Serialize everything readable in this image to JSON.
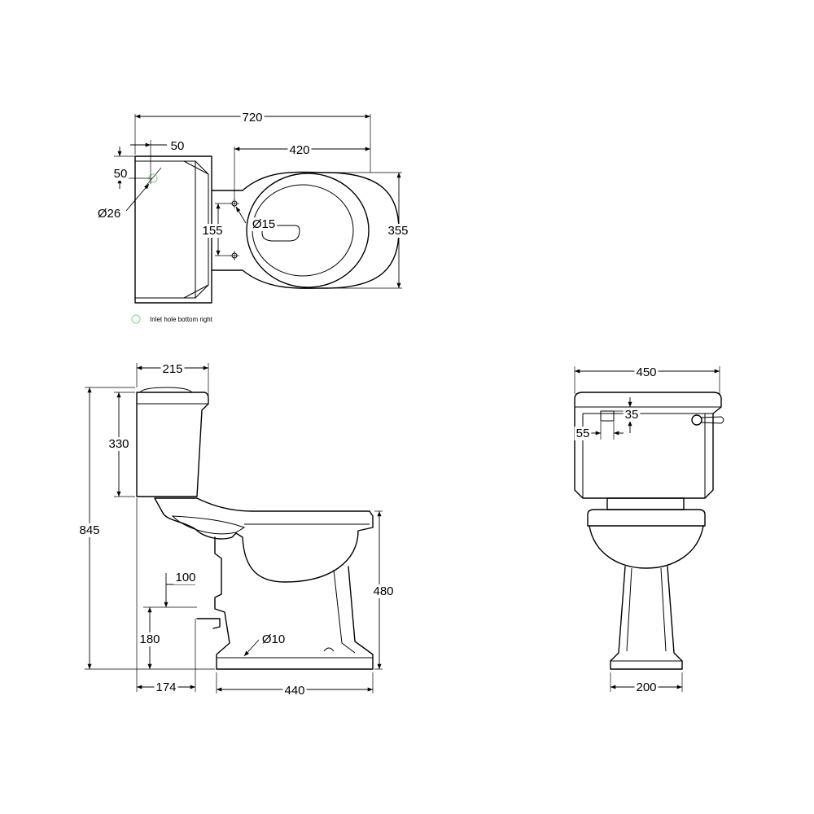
{
  "top_view": {
    "dims": {
      "overall_width": "720",
      "tank_offset": "50",
      "tank_offset_v": "50",
      "inlet_diameter": "Ø26",
      "pan_length": "420",
      "fixing_hole": "Ø15",
      "fixing_spacing": "155",
      "pan_width": "355"
    },
    "legend_note": "Inlet hole bottom right",
    "legend_color": "#7fd47f"
  },
  "side_view": {
    "dims": {
      "tank_depth": "215",
      "cistern_height": "330",
      "overall_height": "845",
      "outlet_height_a": "100",
      "outlet_height_b": "180",
      "outlet_wall": "174",
      "floor_hole": "Ø10",
      "rim_height": "480",
      "base_length": "440"
    }
  },
  "front_view": {
    "dims": {
      "cistern_width": "450",
      "lever_offset_v": "35",
      "lever_offset_h": "55",
      "pedestal_width": "200"
    }
  }
}
